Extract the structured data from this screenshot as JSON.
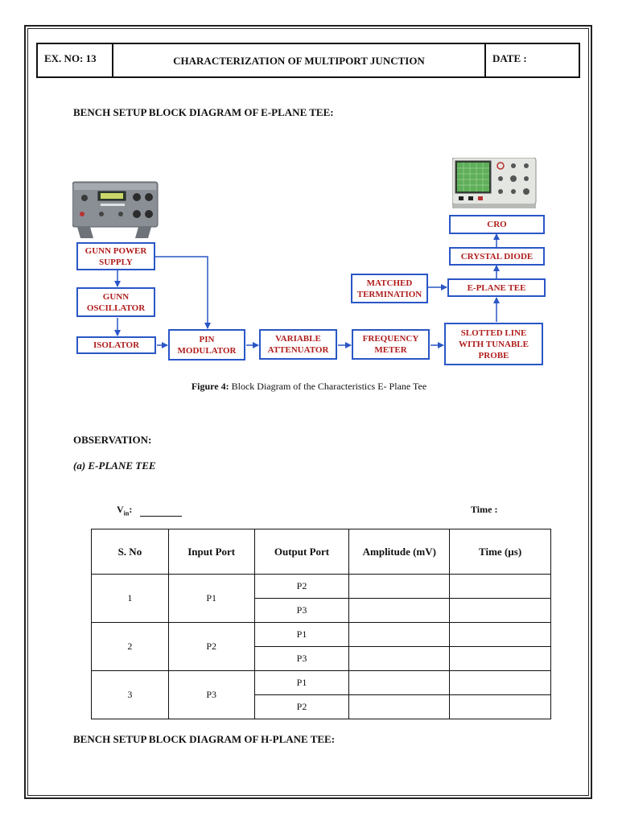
{
  "header": {
    "ex_no": "EX. NO: 13",
    "title": "CHARACTERIZATION OF MULTIPORT JUNCTION",
    "date": "DATE :"
  },
  "section1_heading": "BENCH SETUP BLOCK DIAGRAM OF E-PLANE TEE:",
  "diagram": {
    "gunn_power_supply": [
      "GUNN POWER",
      "SUPPLY"
    ],
    "gunn_oscillator": [
      "GUNN",
      "OSCILLATOR"
    ],
    "isolator": "ISOLATOR",
    "pin_modulator": [
      "PIN",
      "MODULATOR"
    ],
    "variable_attenuator": [
      "VARIABLE",
      "ATTENUATOR"
    ],
    "frequency_meter": [
      "FREQUENCY",
      "METER"
    ],
    "slotted_line": [
      "SLOTTED LINE",
      "WITH TUNABLE",
      "PROBE"
    ],
    "e_plane_tee": "E-PLANE TEE",
    "matched_termination": [
      "MATCHED",
      "TERMINATION"
    ],
    "crystal_diode": "CRYSTAL DIODE",
    "cro": "CRO"
  },
  "figure_caption": {
    "label": "Figure 4:",
    "text": " Block Diagram of the Characteristics E- Plane Tee"
  },
  "observation_heading": "OBSERVATION:",
  "subheading": "(a)  E-PLANE TEE",
  "vin": {
    "label_main": "V",
    "label_sub": "in",
    "label_suffix": ":"
  },
  "time_label": "Time :",
  "table": {
    "headers": [
      "S. No",
      "Input Port",
      "Output Port",
      "Amplitude (mV)",
      "Time  (µs)"
    ],
    "rows": [
      {
        "sno": "1",
        "input": "P1",
        "outputs": [
          "P2",
          "P3"
        ]
      },
      {
        "sno": "2",
        "input": "P2",
        "outputs": [
          "P1",
          "P3"
        ]
      },
      {
        "sno": "3",
        "input": "P3",
        "outputs": [
          "P1",
          "P2"
        ]
      }
    ]
  },
  "section2_heading": "BENCH SETUP BLOCK DIAGRAM OF H-PLANE TEE:",
  "colors": {
    "box_border": "#2a56c6",
    "box_text": "#b01c1c",
    "arrow": "#2a56c6"
  }
}
